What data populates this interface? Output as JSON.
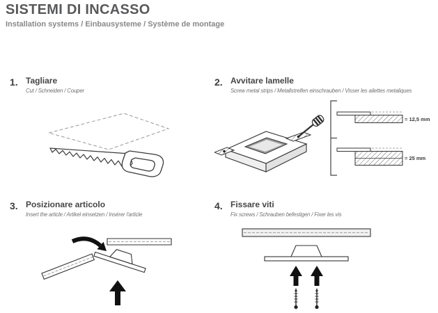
{
  "header": {
    "title": "SISTEMI DI INCASSO",
    "subtitle": "Installation systems / Einbausysteme / Système de montage"
  },
  "steps": [
    {
      "number": "1.",
      "title": "Tagliare",
      "subtitle": "Cut / Schneiden / Couper"
    },
    {
      "number": "2.",
      "title": "Avvitare lamelle",
      "subtitle": "Screw metal strips / Metallstreifen einschrauben / Visser les ailettes metaliques"
    },
    {
      "number": "3.",
      "title": "Posizionare articolo",
      "subtitle": "Insert the article / Artikel einsetzen / Insérer l'article"
    },
    {
      "number": "4.",
      "title": "Fissare viti",
      "subtitle": "Fix screws / Schrauben befestigen / Fixer les vis"
    }
  ],
  "measurements": {
    "labels": [
      "= 12,5 mm",
      "= 25 mm"
    ]
  },
  "colors": {
    "title_text": "#58595b",
    "subtitle_text": "#87888b",
    "line": "#333333",
    "arrow": "#111111"
  }
}
